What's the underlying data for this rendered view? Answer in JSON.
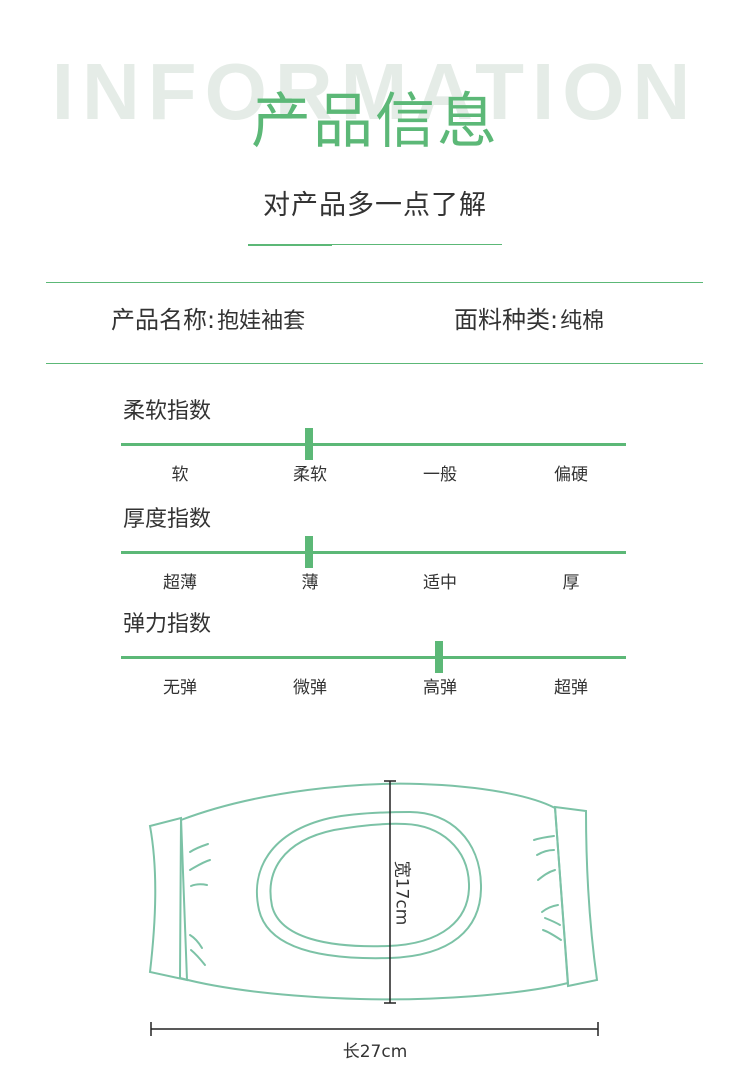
{
  "header": {
    "background_word": "INFORMATION",
    "title": "产品信息",
    "subtitle": "对产品多一点了解"
  },
  "info": {
    "name_key": "产品名称:",
    "name_value": "抱娃袖套",
    "fabric_key": "面料种类:",
    "fabric_value": "纯棉"
  },
  "indices": [
    {
      "title": "柔软指数",
      "labels": [
        "软",
        "柔软",
        "一般",
        "偏硬"
      ],
      "selected": "柔软"
    },
    {
      "title": "厚度指数",
      "labels": [
        "超薄",
        "薄",
        "适中",
        "厚"
      ],
      "selected": "薄"
    },
    {
      "title": "弹力指数",
      "labels": [
        "无弹",
        "微弹",
        "高弹",
        "超弹"
      ],
      "selected": "高弹"
    }
  ],
  "product": {
    "width_label": "宽17cm",
    "length_label": "长27cm"
  },
  "colors": {
    "accent": "#5cb877",
    "outline": "#7cc2a6",
    "watermark": "#e5ece7",
    "text": "#333333"
  }
}
